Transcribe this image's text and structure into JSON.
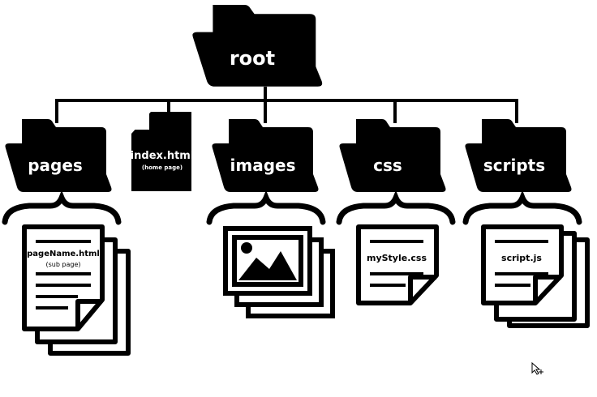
{
  "root": {
    "label": "root"
  },
  "children": [
    {
      "label": "pages",
      "file": "pageName.html",
      "subtitle": "(sub page)"
    },
    {
      "label": "index.html",
      "subtitle": "(home page)"
    },
    {
      "label": "images"
    },
    {
      "label": "css",
      "file": "myStyle.css"
    },
    {
      "label": "scripts",
      "file": "script.js"
    }
  ],
  "colors": {
    "ink": "#000000",
    "paper": "#ffffff"
  },
  "icons": [
    "folder-icon",
    "document-icon",
    "image-icon",
    "brace-icon",
    "cursor-icon"
  ]
}
